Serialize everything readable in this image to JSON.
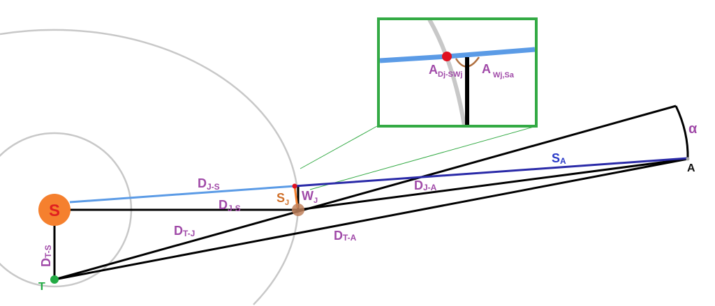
{
  "labels": {
    "sun": "S",
    "earth": "T",
    "asteroid": "A",
    "alpha": "α",
    "d_js_upper": {
      "main": "D",
      "sub": "J-S"
    },
    "d_js_lower": {
      "main": "D",
      "sub": "J-S"
    },
    "s_j": {
      "main": "S",
      "sub": "J"
    },
    "w_j": {
      "main": "W",
      "sub": "J"
    },
    "d_tj": {
      "main": "D",
      "sub": "T-J"
    },
    "d_ta": {
      "main": "D",
      "sub": "T-A"
    },
    "d_ja": {
      "main": "D",
      "sub": "J-A"
    },
    "s_a": {
      "main": "S",
      "sub": "A"
    },
    "d_ts": {
      "main": "D",
      "sub": "T-S"
    },
    "inset_angle_left": {
      "main": "A",
      "sub": "Dj-SWj"
    },
    "inset_angle_right": {
      "main": "A",
      "sub": "Wj,Sa"
    }
  },
  "colors": {
    "sun": "#f5802e",
    "sun_text": "#e02020",
    "earth": "#22aa44",
    "jupiter": "#c0805a",
    "light_blue": "#5b9be6",
    "dark_blue": "#2a2aa8",
    "orbit": "#c8c8c8",
    "inset_border": "#33aa44",
    "label": "#a04aa8",
    "red_dot": "#e01020",
    "orange": "#d0702a"
  }
}
